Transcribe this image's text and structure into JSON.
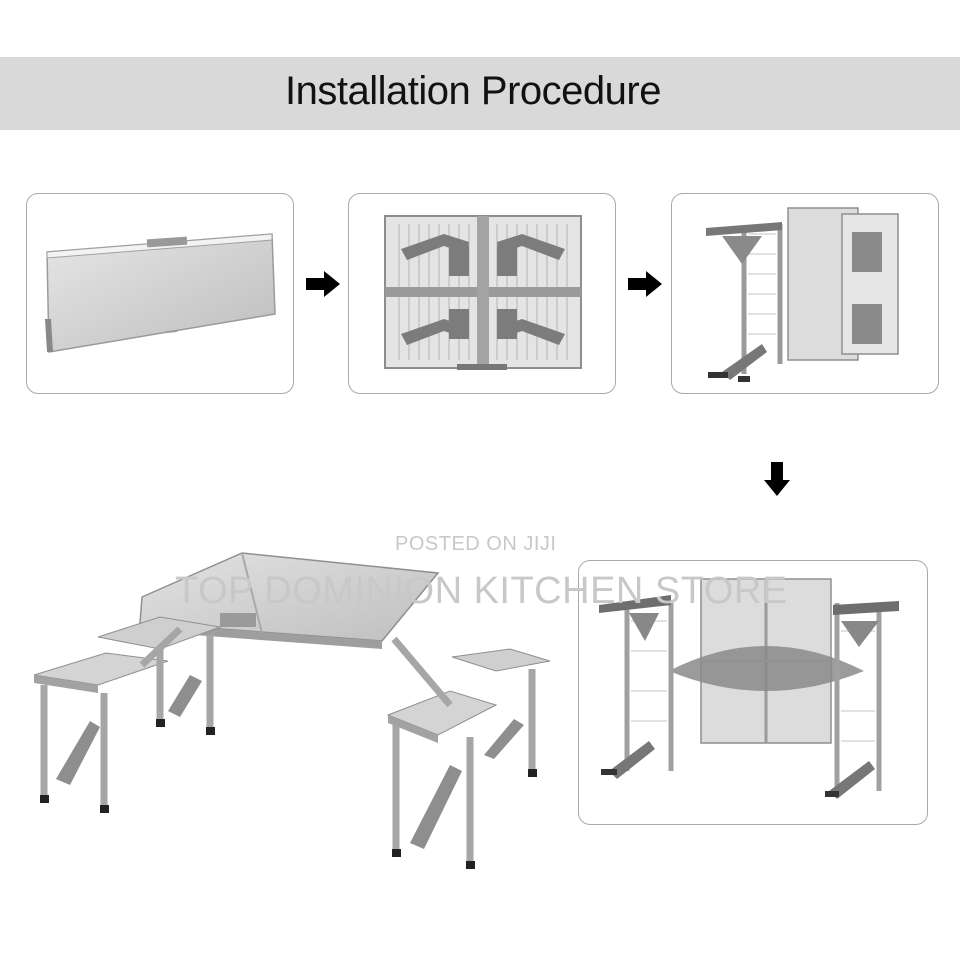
{
  "header": {
    "title": "Installation Procedure"
  },
  "watermark": {
    "line1": "POSTED ON JIJI",
    "line2": "TOP DOMINION KITCHEN STORE"
  },
  "colors": {
    "banner": "#d9d9d9",
    "box_border": "#a9a9a9",
    "arrow": "#000000",
    "aluminum": "#c9c9c9"
  },
  "steps": [
    {
      "id": 1,
      "icon": "folded-case-icon"
    },
    {
      "id": 2,
      "icon": "open-case-frames-icon"
    },
    {
      "id": 3,
      "icon": "unfolding-table-icon"
    },
    {
      "id": 4,
      "icon": "spread-table-icon"
    },
    {
      "id": 5,
      "icon": "assembled-picnic-table-icon"
    }
  ]
}
